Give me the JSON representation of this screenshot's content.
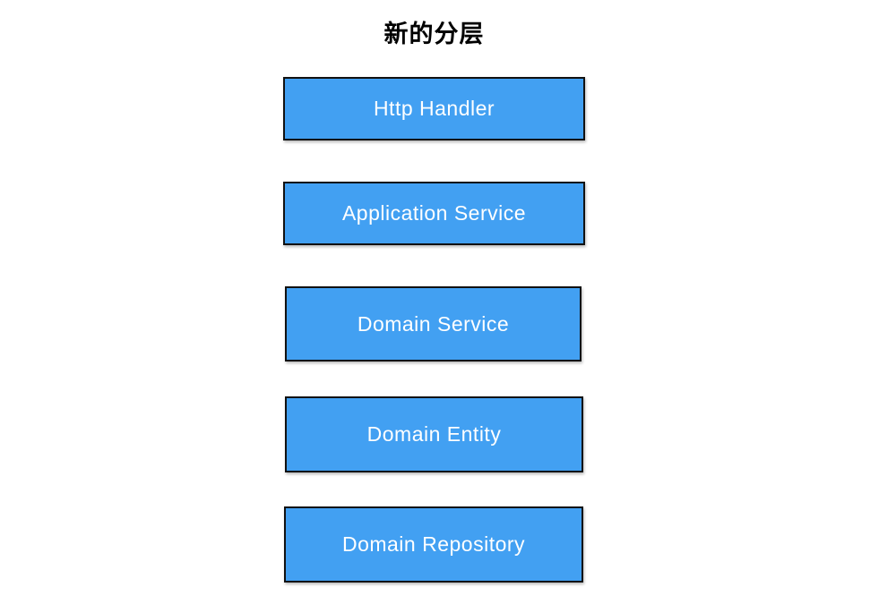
{
  "title": "新的分层",
  "colors": {
    "background": "#ffffff",
    "box_fill": "#42a0f2",
    "box_border": "#111111",
    "box_text": "#ffffff",
    "title_text": "#000000"
  },
  "layers": [
    {
      "label": "Http Handler"
    },
    {
      "label": "Application Service"
    },
    {
      "label": "Domain Service"
    },
    {
      "label": "Domain Entity"
    },
    {
      "label": "Domain Repository"
    }
  ]
}
